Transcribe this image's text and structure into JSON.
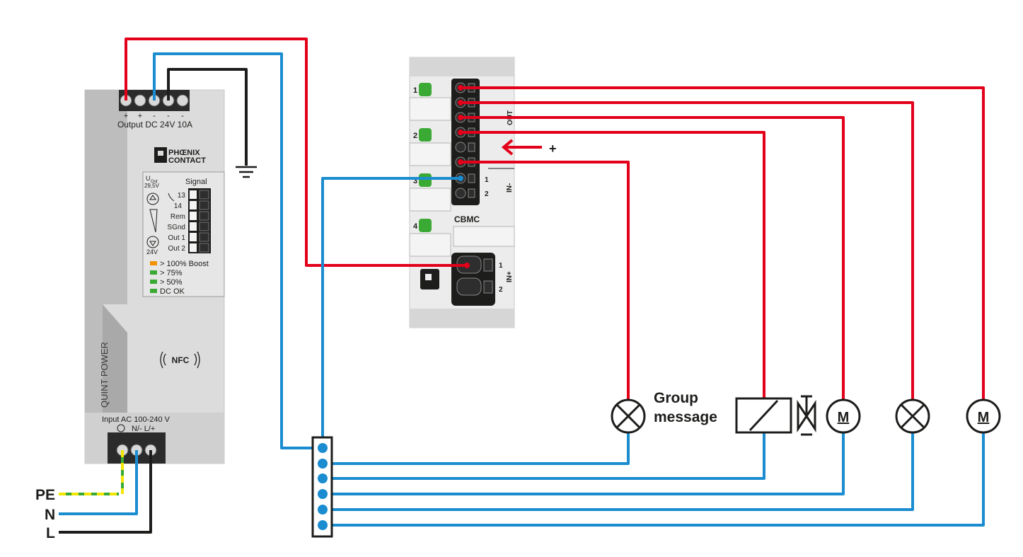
{
  "psu": {
    "output_label": "Output DC 24V 10A",
    "output_polarity": [
      "+",
      "+",
      "-",
      "-",
      "-"
    ],
    "brand_line1": "PHŒNIX",
    "brand_line2": "CONTACT",
    "uout_label": "U",
    "uout_sub": "Out",
    "uout_max": "29,5V",
    "uout_min": "24V",
    "signal_label": "Signal",
    "signal_pins": [
      "13",
      "14",
      "Rem",
      "SGnd",
      "Out 1",
      "Out 2"
    ],
    "led_legend": [
      {
        "label": "> 100% Boost",
        "color": "#f39200"
      },
      {
        "label": "> 75%",
        "color": "#3aaa35"
      },
      {
        "label": "> 50%",
        "color": "#3aaa35"
      },
      {
        "label": "DC OK",
        "color": "#3aaa35"
      }
    ],
    "nfc_label": "NFC",
    "product_name": "QUINT POWER",
    "input_label": "Input AC 100-240 V",
    "input_terminals": "N/- L/+"
  },
  "cbmc": {
    "channel_numbers": [
      "1",
      "2",
      "3",
      "4"
    ],
    "name": "CBMC",
    "out_label": "OUT",
    "in_minus_label": "IN-",
    "in_minus_pins": [
      "1",
      "2"
    ],
    "in_plus_label": "IN+",
    "in_plus_pins": [
      "1",
      "2"
    ],
    "plus_sign": "+"
  },
  "loads": {
    "group_message_line1": "Group",
    "group_message_line2": "message",
    "motor_label": "M"
  },
  "mains": {
    "pe": "PE",
    "n": "N",
    "l": "L"
  },
  "colors": {
    "positive": "#e2001a",
    "negative": "#1a8ccf",
    "ground": "#1d1d1b",
    "pe_yellow": "#f2e500",
    "pe_green": "#3aaa35",
    "housing": "#dadada",
    "housing_dark": "#b8b8b8",
    "led_green": "#3aaa35"
  }
}
